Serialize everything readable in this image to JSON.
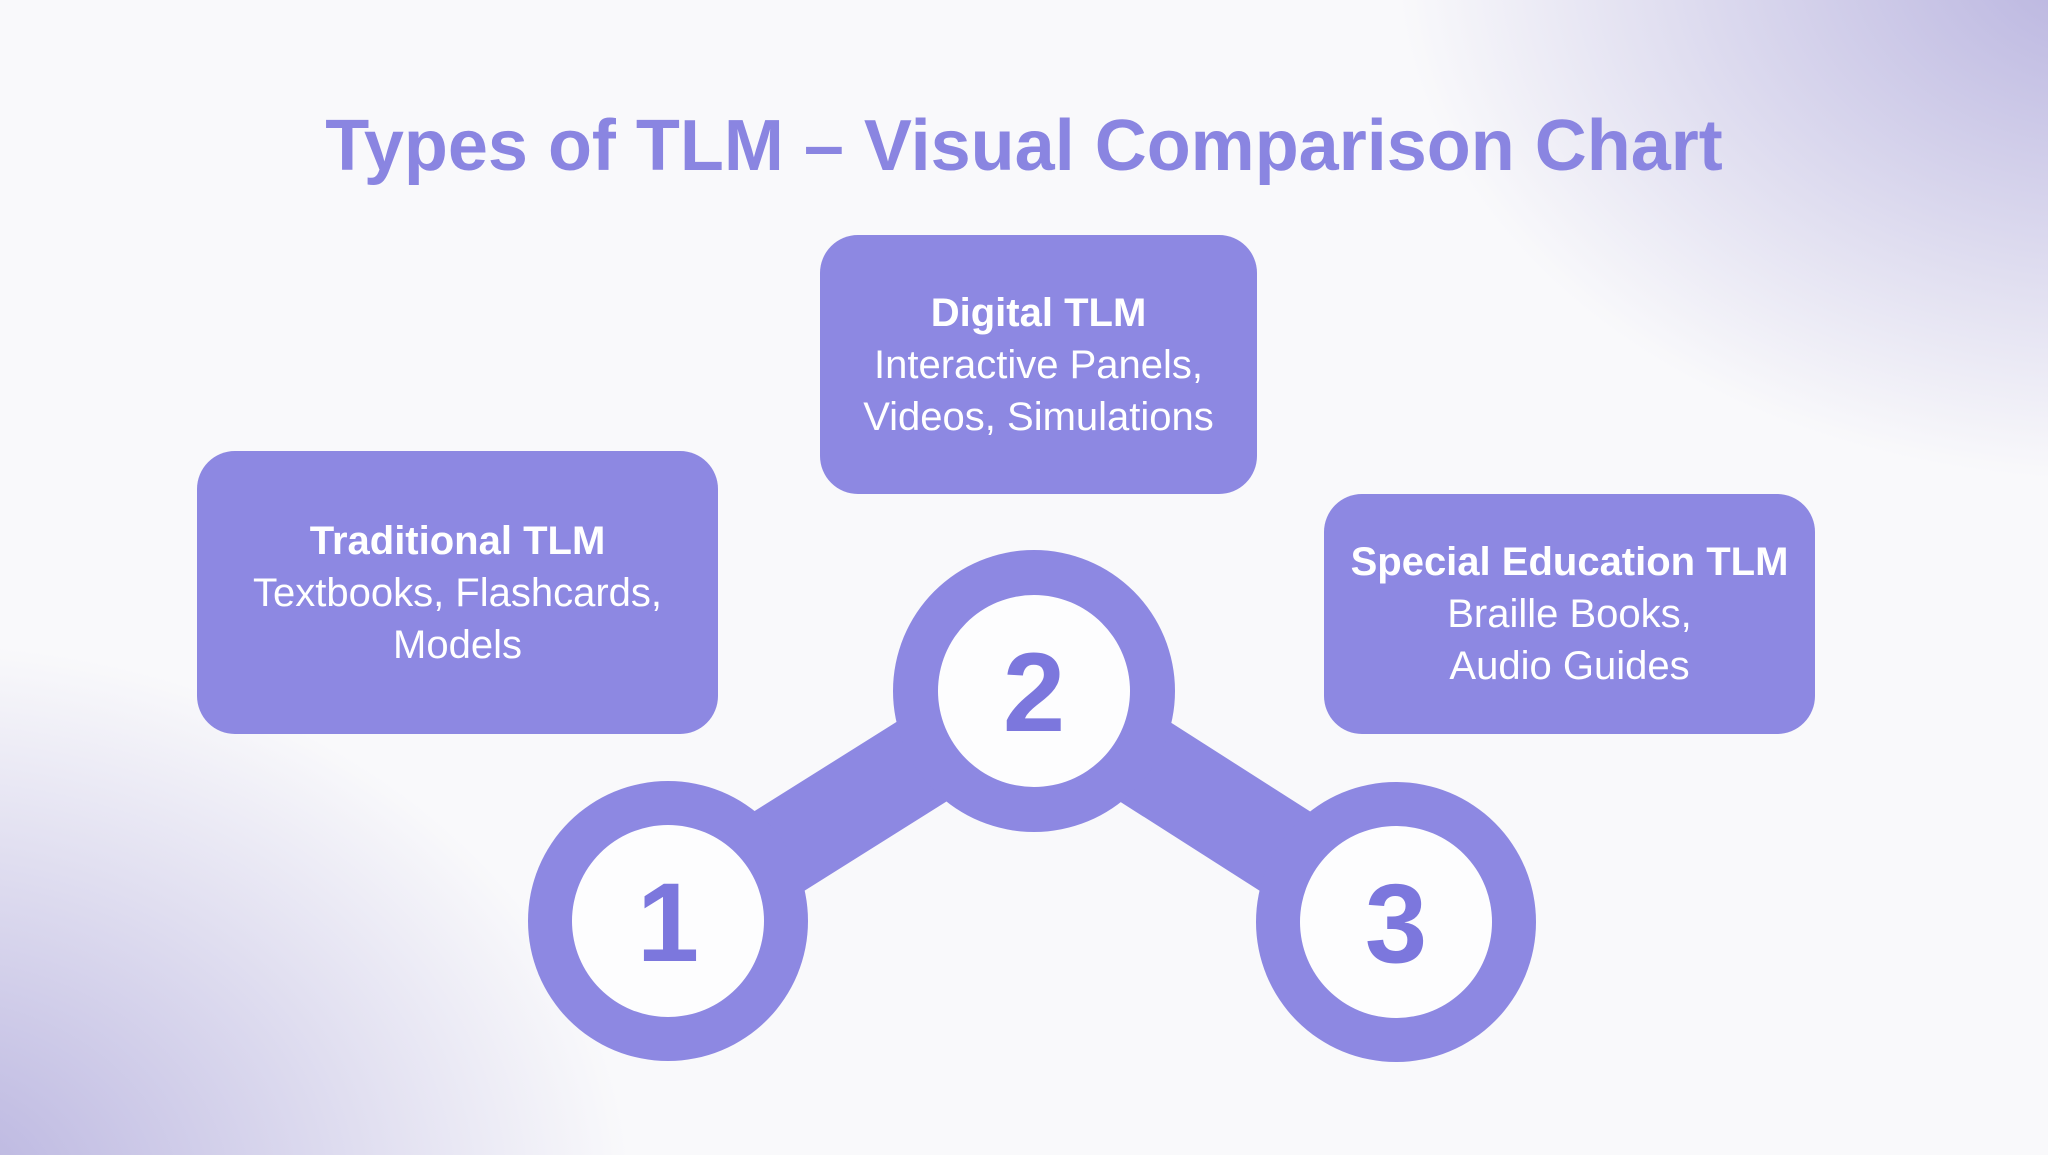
{
  "title": "Types of TLM – Visual Comparison Chart",
  "colors": {
    "accent": "#8d88e2",
    "number": "#7c77dd",
    "title": "#8a85e1",
    "card_text": "#ffffff",
    "inner_circle": "#fdfdfe",
    "bg_base": "#f9f9fb",
    "bg_glow": "#b6b1de"
  },
  "cards": [
    {
      "number": "1",
      "heading": "Traditional TLM",
      "line1": "Textbooks, Flashcards,",
      "line2": "Models"
    },
    {
      "number": "2",
      "heading": "Digital TLM",
      "line1": "Interactive Panels,",
      "line2": "Videos, Simulations"
    },
    {
      "number": "3",
      "heading": "Special Education TLM",
      "line1": "Braille Books,",
      "line2": "Audio Guides"
    }
  ]
}
